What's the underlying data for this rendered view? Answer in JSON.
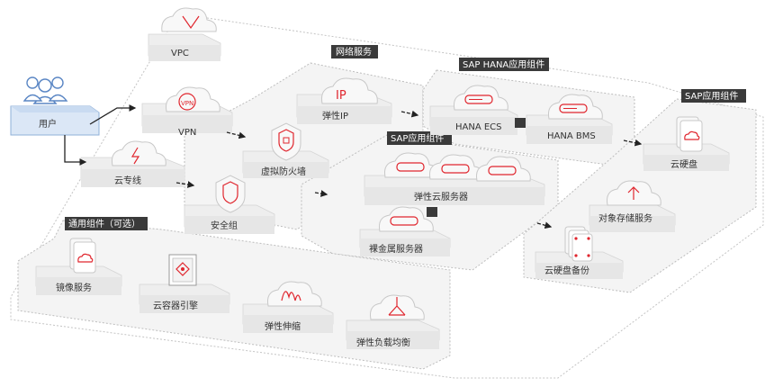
{
  "labels": {
    "vpc": "VPC",
    "vpn": "VPN",
    "direct_connect": "云专线",
    "user": "用户",
    "firewall": "虚拟防火墙",
    "security_group": "安全组",
    "eip": "弹性IP",
    "hana_ecs": "HANA ECS",
    "hana_bms": "HANA BMS",
    "ecs": "弹性云服务器",
    "bms": "裸金属服务器",
    "evs": "云硬盘",
    "obs": "对象存储服务",
    "evs_backup": "云硬盘备份",
    "ims": "镜像服务",
    "cce": "云容器引擎",
    "as": "弹性伸缩",
    "elb": "弹性负载均衡"
  },
  "tags": {
    "network": "网络服务",
    "sap_hana": "SAP HANA应用组件",
    "sap_app_middle": "SAP应用组件",
    "sap_app_right": "SAP应用组件",
    "common": "通用组件（可选）"
  },
  "icons": {
    "vpc": "vpc-router-icon",
    "vpn": "vpn-icon",
    "direct_connect": "lightning-icon",
    "user": "users-icon",
    "firewall": "shield-icon",
    "security_group": "shield-icon",
    "eip": "ip-icon",
    "server": "server-icon",
    "disk": "cloud-disk-icon",
    "obs": "upload-arrow-icon",
    "ims": "image-cloud-icon",
    "cce": "container-icon",
    "as": "scaling-wave-icon",
    "elb": "load-balancer-icon"
  },
  "colors": {
    "accent": "#e0262e",
    "tag_bg": "#3a3a3a",
    "platform": "#eeeeee",
    "user_box": "#dbe7f6"
  }
}
